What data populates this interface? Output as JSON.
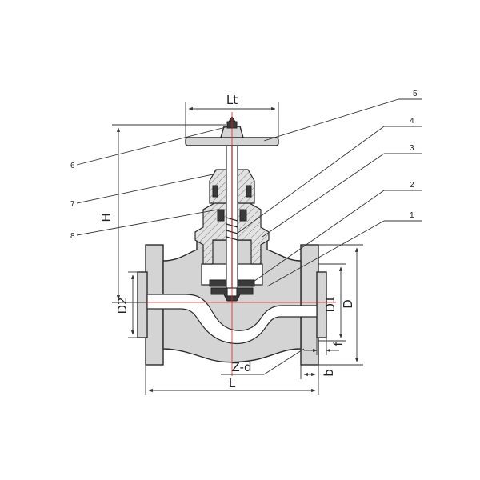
{
  "dimensions": {
    "handwheel_width": "Lt",
    "height": "H",
    "length": "L",
    "bolt_circle_diameter": "D1",
    "flange_diameter": "D",
    "raised_face_diameter": "D2",
    "raised_face_thickness": "f",
    "flange_thickness": "b",
    "bolt_holes": "Z-d"
  },
  "callouts": [
    "1",
    "2",
    "3",
    "4",
    "5",
    "6",
    "7",
    "8"
  ],
  "colors": {
    "line": "#2b2b2b",
    "body_fill": "#d4d4d4",
    "centerline": "#dd2222"
  }
}
